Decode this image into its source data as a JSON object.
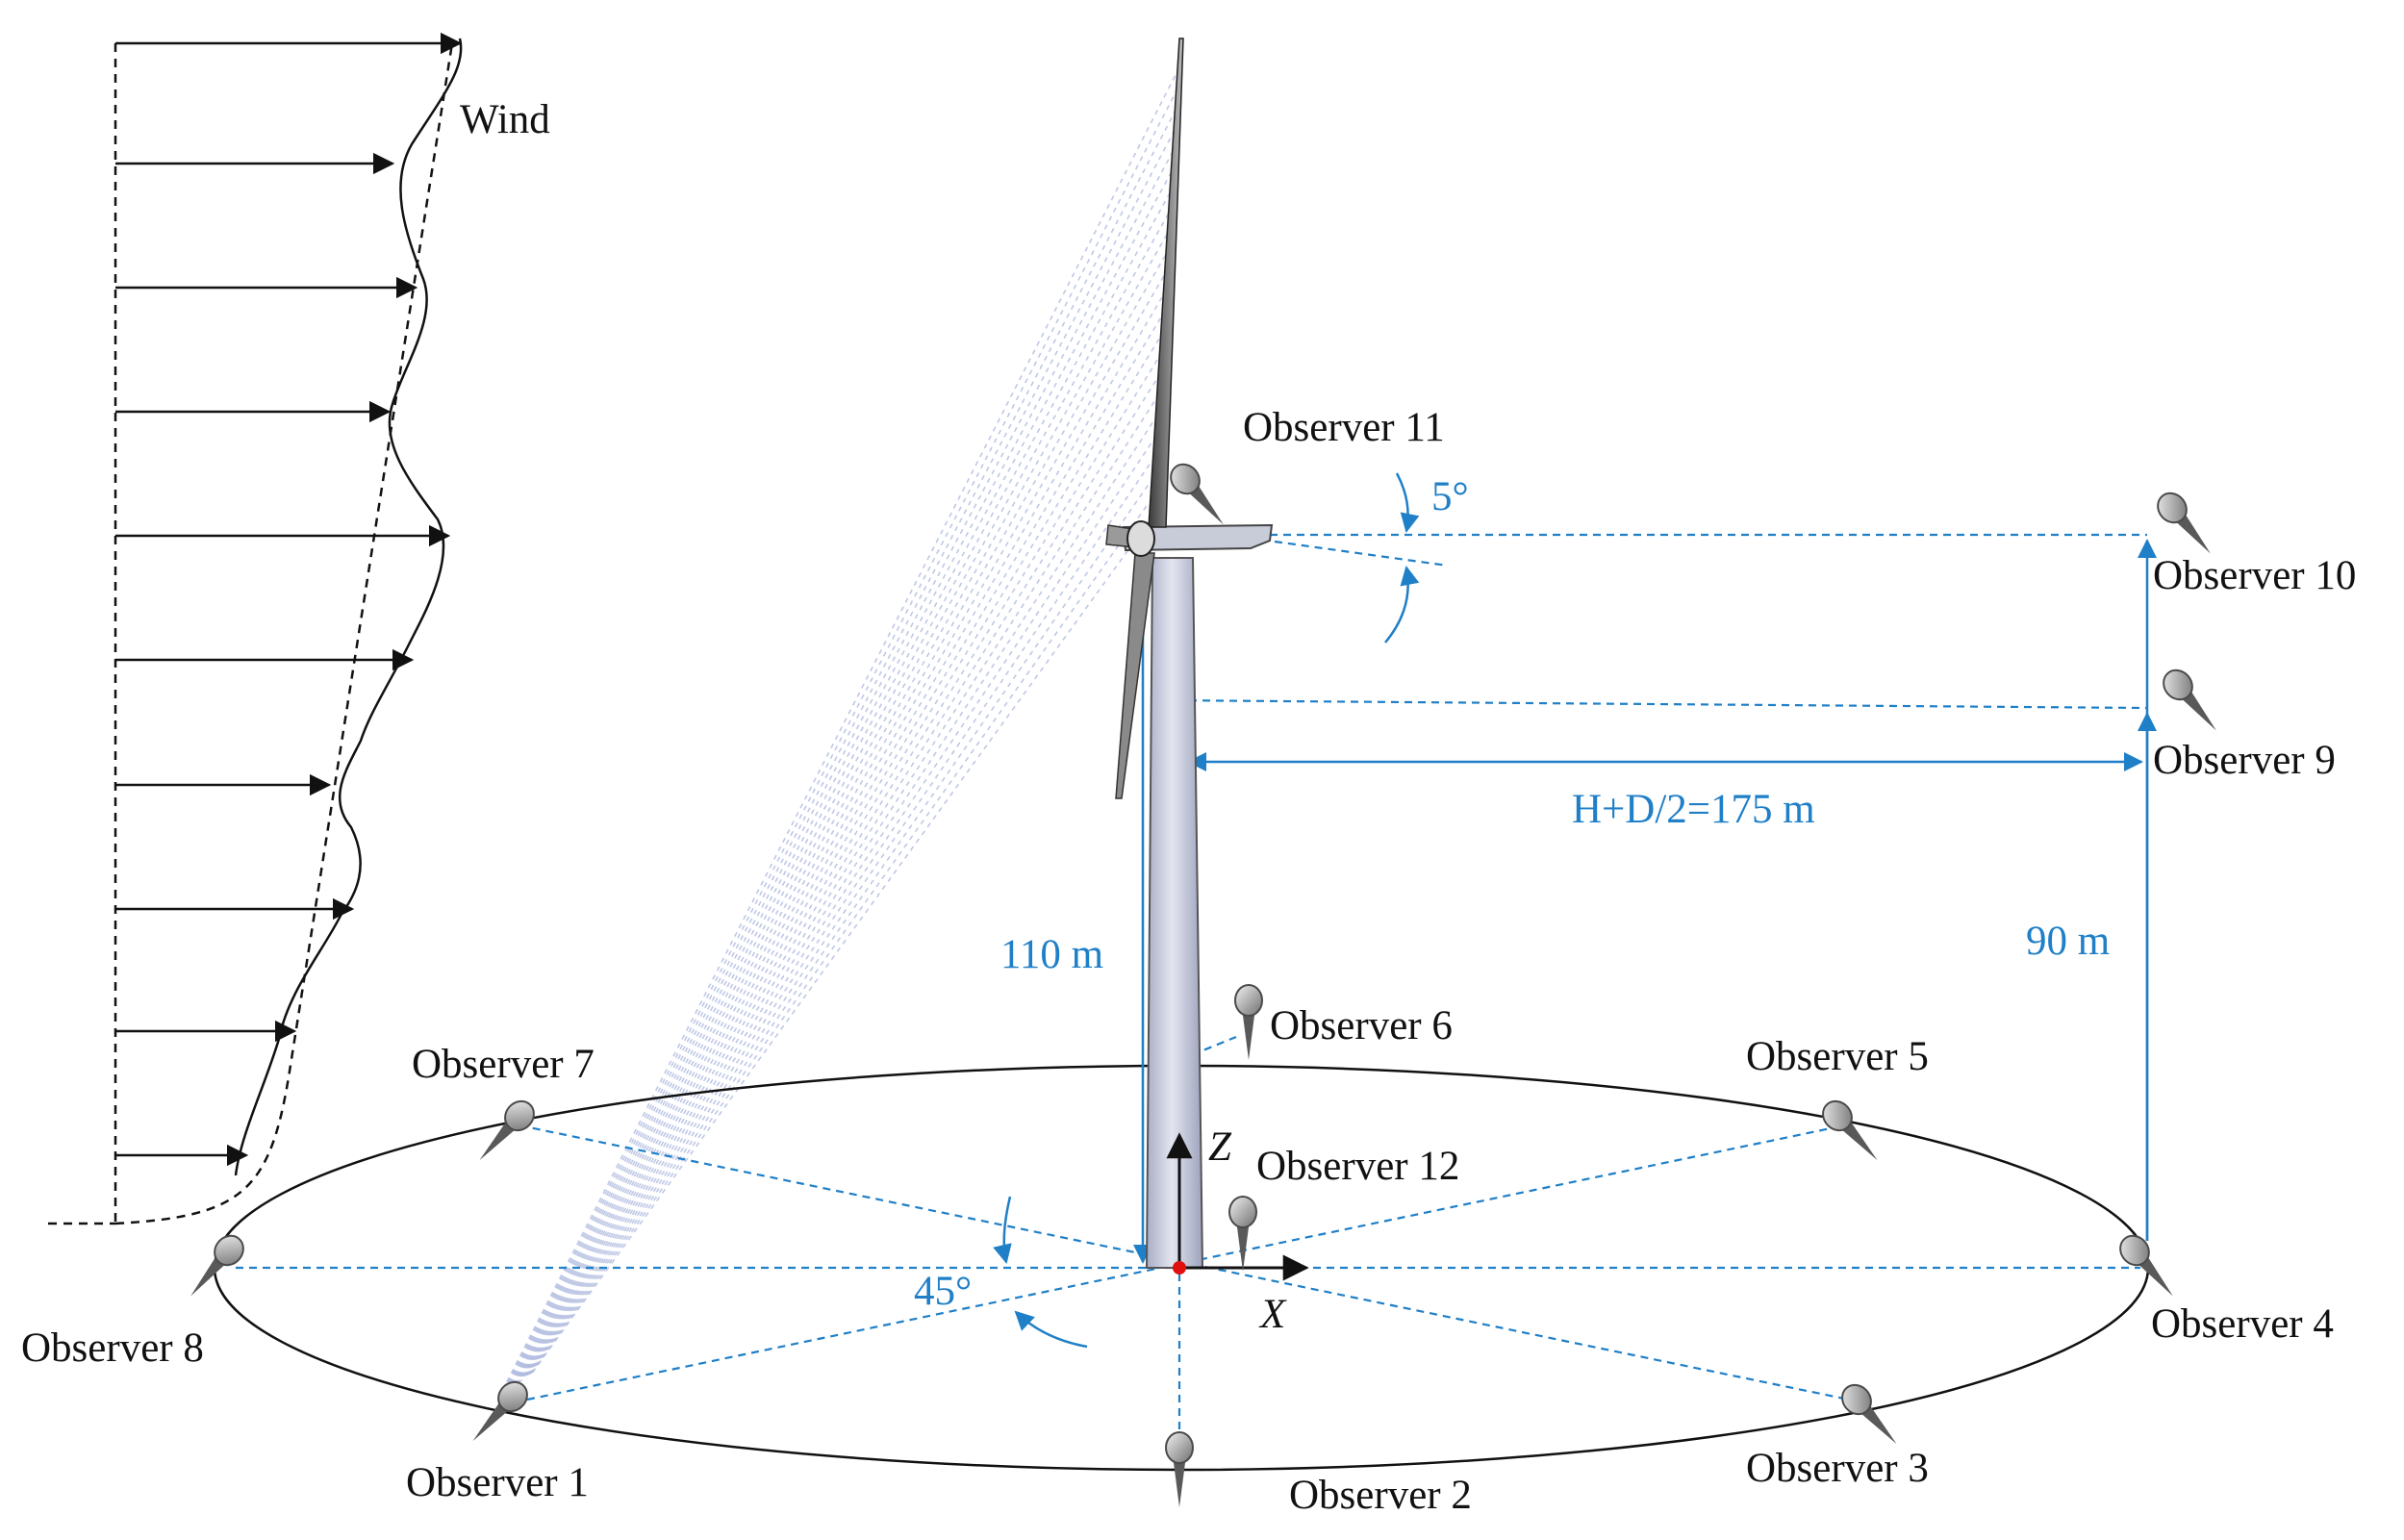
{
  "wind_label": "Wind",
  "observers": [
    {
      "id": "obs-1",
      "label": "Observer 1"
    },
    {
      "id": "obs-2",
      "label": "Observer 2"
    },
    {
      "id": "obs-3",
      "label": "Observer 3"
    },
    {
      "id": "obs-4",
      "label": "Observer 4"
    },
    {
      "id": "obs-5",
      "label": "Observer 5"
    },
    {
      "id": "obs-6",
      "label": "Observer 6"
    },
    {
      "id": "obs-7",
      "label": "Observer 7"
    },
    {
      "id": "obs-8",
      "label": "Observer 8"
    },
    {
      "id": "obs-9",
      "label": "Observer 9"
    },
    {
      "id": "obs-10",
      "label": "Observer 10"
    },
    {
      "id": "obs-11",
      "label": "Observer 11"
    },
    {
      "id": "obs-12",
      "label": "Observer 12"
    }
  ],
  "dimensions": {
    "radius_label": "H+D/2=175 m",
    "hub_height_label": "110 m",
    "observer9_height_label": "90 m",
    "tilt_angle_label": "5°",
    "spacing_angle_label": "45°"
  },
  "axes": {
    "z_label": "Z",
    "x_label": "X"
  },
  "colors": {
    "annotation": "#1f7fc7",
    "tower": "#c9cde0",
    "origin": "#e01010",
    "line": "#111111"
  }
}
